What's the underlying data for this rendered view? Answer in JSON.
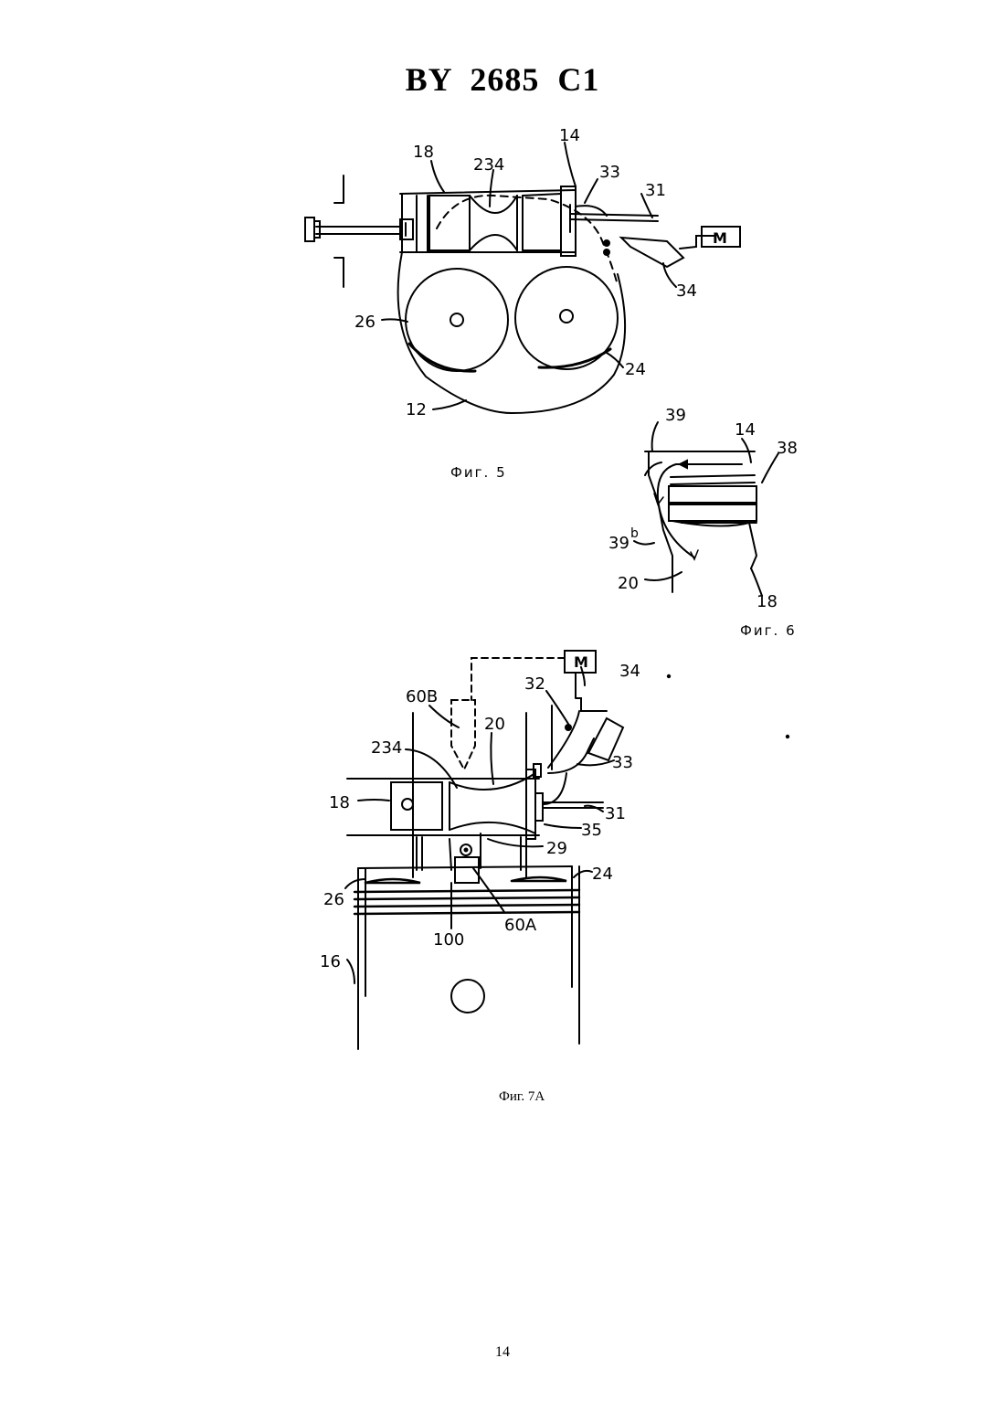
{
  "header": {
    "doc_number": "BY 2685 C1"
  },
  "figures": {
    "fig5": {
      "caption": "Фиг. 5",
      "labels": {
        "l18": "18",
        "l234": "234",
        "l14": "14",
        "l33": "33",
        "l31": "31",
        "lM": "M",
        "l34": "34",
        "l26": "26",
        "l24": "24",
        "l12": "12"
      }
    },
    "fig6": {
      "caption": "Фиг. 6",
      "labels": {
        "l39": "39",
        "l14": "14",
        "l38": "38",
        "l39b": "39",
        "l39b_sup": "b",
        "l20": "20",
        "l18": "18"
      }
    },
    "fig7a": {
      "caption": "Фиг. 7А",
      "labels": {
        "lM": "M",
        "l34": "34",
        "l32": "32",
        "l60B": "60B",
        "l20": "20",
        "l234": "234",
        "l33": "33",
        "l18": "18",
        "l31": "31",
        "l35": "35",
        "l29": "29",
        "l26": "26",
        "l24": "24",
        "l100": "100",
        "l60A": "60A",
        "l16": "16"
      }
    }
  },
  "footer": {
    "page_number": "14"
  }
}
